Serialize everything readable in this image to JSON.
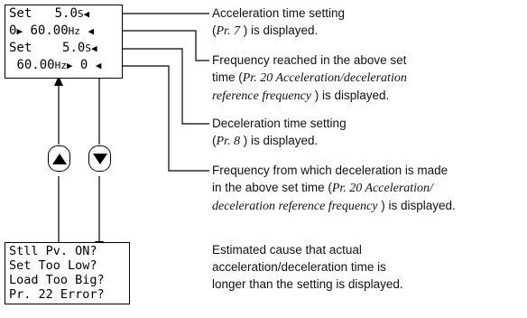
{
  "display_top": {
    "row1": {
      "label": "Set",
      "value": "5.0",
      "unit": "S",
      "marker": "◀"
    },
    "row2": {
      "prefix": "0",
      "direction_arrow": "▶",
      "value": "60.00",
      "unit": "Hz",
      "marker": "◀"
    },
    "row3": {
      "label": "Set",
      "value": "5.0",
      "unit": "S",
      "marker": "◀"
    },
    "row4": {
      "value": "60.00",
      "unit": "Hz",
      "direction_arrow": "▶",
      "suffix": "0",
      "marker": "◀"
    }
  },
  "display_bottom": {
    "lines": [
      "Stll Pv. ON?",
      "Set Too Low?",
      "Load Too Big?",
      "Pr. 22 Error?"
    ]
  },
  "keys": {
    "up": "up-arrow-icon",
    "down": "down-arrow-icon"
  },
  "annotations": {
    "accel_setting": {
      "line1": "Acceleration time setting",
      "ref": "Pr. 7",
      "tail": " ) is displayed."
    },
    "accel_freq": {
      "line1": "Frequency reached in the above set",
      "line2_pre": "time (",
      "ref_a": "Pr. 20 Acceleration/deceleration",
      "ref_b": "reference frequency",
      "tail": " ) is displayed."
    },
    "decel_setting": {
      "line1": "Deceleration time setting",
      "ref": "Pr. 8",
      "tail": " ) is displayed."
    },
    "decel_freq": {
      "line1": "Frequency from which deceleration is made",
      "line2_pre": "in the above set time (",
      "ref_a": "Pr. 20 Acceleration/",
      "ref_b": "deceleration reference frequency",
      "tail": " ) is displayed."
    },
    "cause": {
      "line1": "Estimated cause that actual",
      "line2": "acceleration/deceleration time is",
      "line3": "longer than the setting is displayed."
    }
  }
}
